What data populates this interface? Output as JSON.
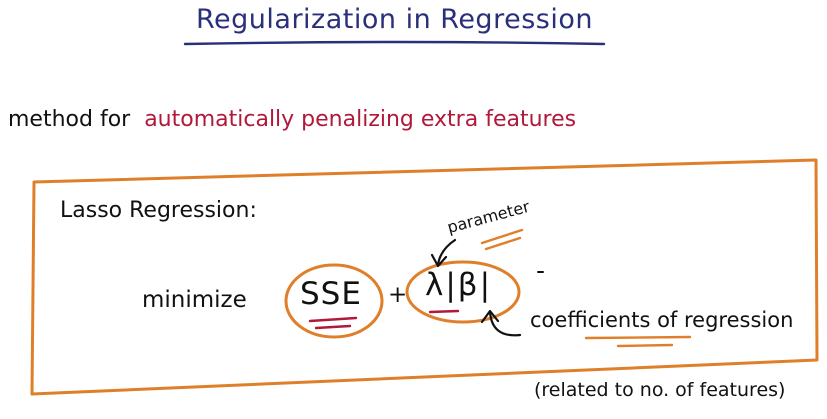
{
  "title": "Regularization in Regression",
  "definition": {
    "prefix": "method for",
    "emphasis": "automatically penalizing extra features"
  },
  "box": {
    "heading": "Lasso Regression:",
    "minimize": "minimize",
    "sse": "SSE",
    "plus": "+",
    "penalty": "λ|β|",
    "parameter_note": "parameter",
    "coefficients_note": "coefficients of regression"
  },
  "footnote": "(related to no. of features)",
  "colors": {
    "title_ink": "#2a2f7a",
    "emphasis_ink": "#b1183a",
    "box_outline": "#e07f2a",
    "underline": "#b1183a"
  }
}
